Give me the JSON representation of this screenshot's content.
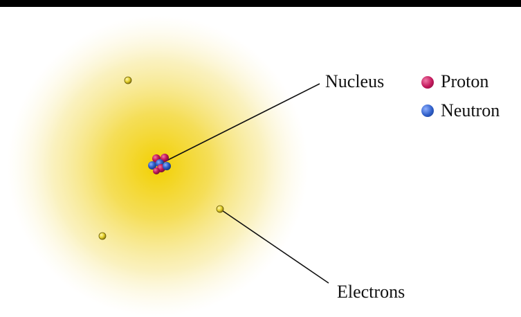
{
  "labels": {
    "nucleus": "Nucleus",
    "proton": "Proton",
    "neutron": "Neutron",
    "electrons": "Electrons"
  },
  "colors": {
    "cloud": "#f2d000",
    "proton": "#c2185b",
    "neutron": "#2f5fc9",
    "electron": "#e3cf2a",
    "background": "#000000",
    "panel": "#ffffff"
  }
}
